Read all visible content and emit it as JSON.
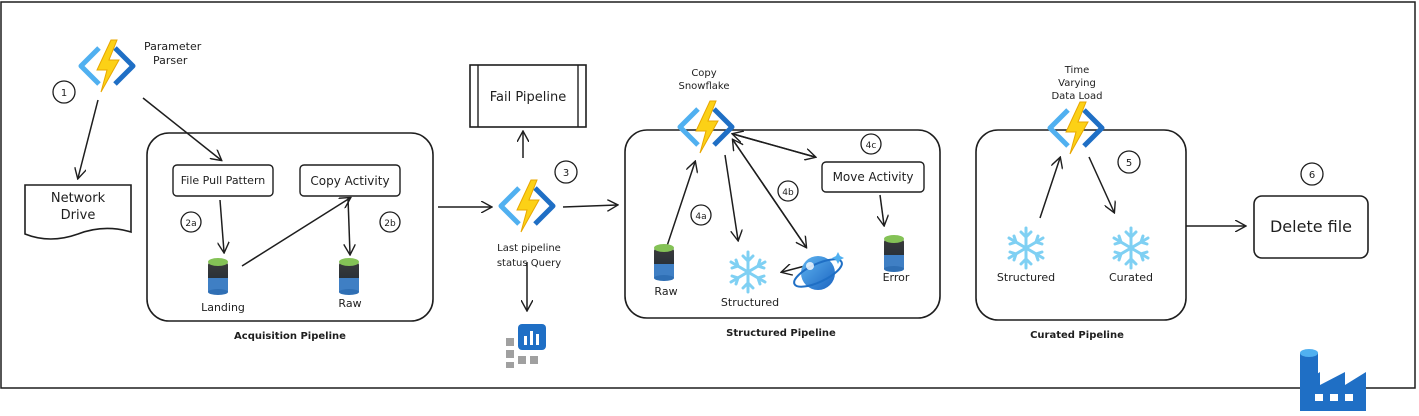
{
  "labels": {
    "parameter_parser_l1": "Parameter",
    "parameter_parser_l2": "Parser",
    "network_drive_l1": "Network",
    "network_drive_l2": "Drive",
    "file_pull_pattern": "File Pull Pattern",
    "copy_activity": "Copy Activity",
    "landing": "Landing",
    "raw_acq": "Raw",
    "acquisition_pipeline": "Acquisition Pipeline",
    "fail_pipeline": "Fail Pipeline",
    "last_pipeline_l1": "Last pipeline",
    "last_pipeline_l2": "status Query",
    "copy_snowflake_l1": "Copy",
    "copy_snowflake_l2": "Snowflake",
    "move_activity": "Move Activity",
    "raw_struct": "Raw",
    "structured_struct": "Structured",
    "error": "Error",
    "structured_pipeline": "Structured Pipeline",
    "time_varying_l1": "Time",
    "time_varying_l2": "Varying",
    "time_varying_l3": "Data Load",
    "structured_cur": "Structured",
    "curated": "Curated",
    "curated_pipeline": "Curated Pipeline",
    "delete_file": "Delete file"
  },
  "steps": {
    "s1": "1",
    "s2a": "2a",
    "s2b": "2b",
    "s3": "3",
    "s4a": "4a",
    "s4b": "4b",
    "s4c": "4c",
    "s5": "5",
    "s6": "6"
  },
  "icons": {
    "function": "azure-function-icon",
    "storage": "storage-cylinder-icon",
    "snowflake": "snowflake-icon",
    "cosmos": "cosmos-db-icon",
    "monitor": "monitor-icon",
    "data_factory": "data-factory-icon"
  },
  "colors": {
    "stroke": "#1e1e1e",
    "bolt": "#fcd116",
    "chevron_light": "#50b0f0",
    "chevron_dark": "#1f6fc5",
    "snowflake": "#7fd0f3",
    "cylinder_top": "#84c256",
    "cylinder_body": "#3a4a5c"
  }
}
